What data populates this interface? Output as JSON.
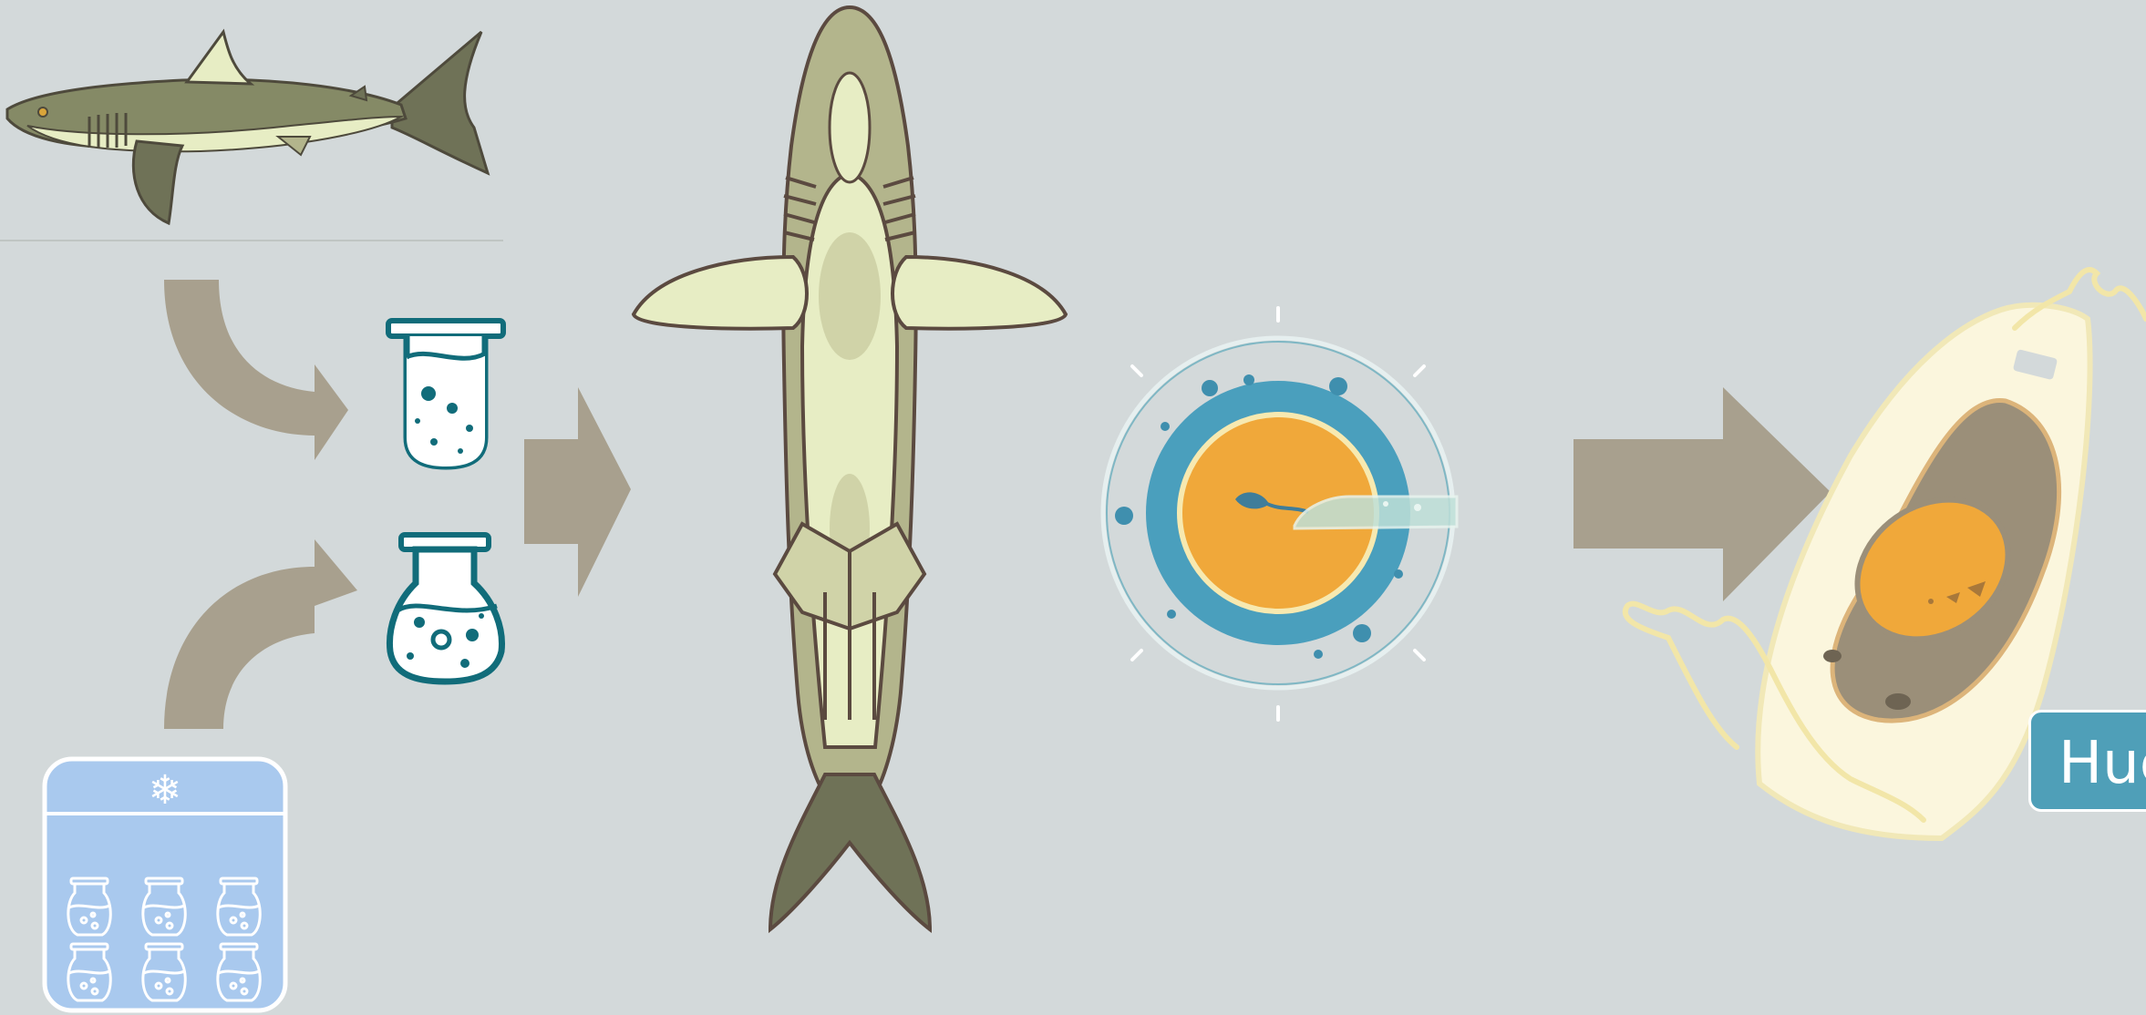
{
  "diagram": {
    "steps": [
      {
        "id": "shark-source",
        "icon": "shark-side-icon"
      },
      {
        "id": "sample-tube",
        "icon": "test-tube-icon"
      },
      {
        "id": "sample-flask",
        "icon": "flask-icon"
      },
      {
        "id": "frozen-storage",
        "icon": "freezer-icon"
      },
      {
        "id": "dissected-shark",
        "icon": "shark-ventral-icon"
      },
      {
        "id": "fertilization",
        "icon": "egg-sperm-icon"
      },
      {
        "id": "egg-case",
        "icon": "egg-case-icon"
      }
    ],
    "badge_text": "Hue",
    "colors": {
      "background": "#d3d9da",
      "arrow": "#a8a08e",
      "teal": "#116c7a",
      "yolk": "#f0a83a",
      "egg_ring": "#4a9fbd",
      "badge": "#4f9fb8",
      "shark_light": "#e7edc4",
      "shark_mid": "#b3b58c",
      "shark_dark": "#6f7257",
      "freezer": "#a9c9ee"
    }
  }
}
